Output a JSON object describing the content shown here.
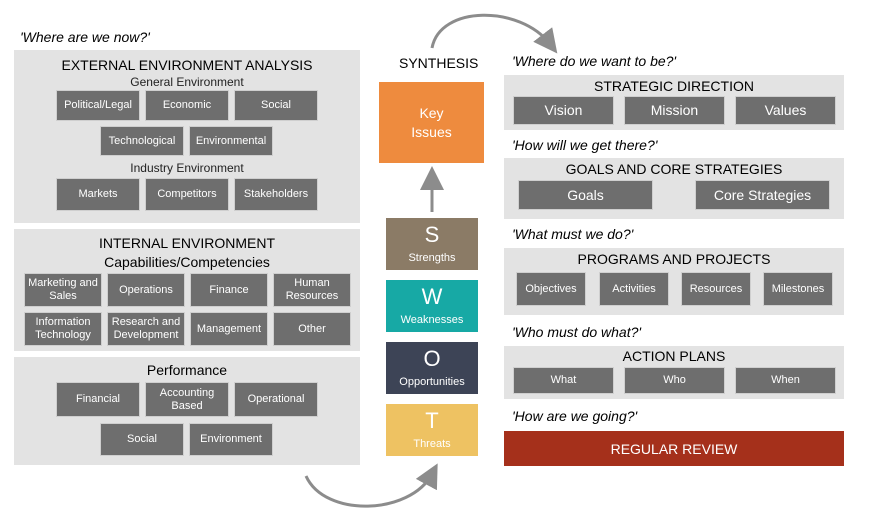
{
  "external": {
    "question": "'Where are we now?'",
    "title": "EXTERNAL ENVIRONMENT ANALYSIS",
    "general_label": "General Environment",
    "general_row1": [
      "Political/Legal",
      "Economic",
      "Social"
    ],
    "general_row2": [
      "Technological",
      "Environmental"
    ],
    "industry_label": "Industry Environment",
    "industry_items": [
      "Markets",
      "Competitors",
      "Stakeholders"
    ]
  },
  "internal": {
    "title": "INTERNAL ENVIRONMENT",
    "subtitle": "Capabilities/Competencies",
    "row1": [
      "Marketing and\nSales",
      "Operations",
      "Finance",
      "Human\nResources"
    ],
    "row2": [
      "Information\nTechnology",
      "Research and\nDevelopment",
      "Management",
      "Other"
    ]
  },
  "performance": {
    "title": "Performance",
    "row1": [
      "Financial",
      "Accounting\nBased",
      "Operational"
    ],
    "row2": [
      "Social",
      "Environment"
    ]
  },
  "synthesis": {
    "title": "SYNTHESIS",
    "key_issues": "Key\nIssues",
    "swot": [
      {
        "letter": "S",
        "word": "Strengths",
        "color": "#8b7b66"
      },
      {
        "letter": "W",
        "word": "Weaknesses",
        "color": "#17a9a5"
      },
      {
        "letter": "O",
        "word": "Opportunities",
        "color": "#3d4456"
      },
      {
        "letter": "T",
        "word": "Threats",
        "color": "#eec262"
      }
    ]
  },
  "right": {
    "q1": "'Where do we want to be?'",
    "strategic_title": "STRATEGIC DIRECTION",
    "strategic_items": [
      "Vision",
      "Mission",
      "Values"
    ],
    "q2": "'How will we get there?'",
    "goals_title": "GOALS AND CORE STRATEGIES",
    "goals_items": [
      "Goals",
      "Core Strategies"
    ],
    "q3": "'What must we do?'",
    "programs_title": "PROGRAMS AND PROJECTS",
    "programs_items": [
      "Objectives",
      "Activities",
      "Resources",
      "Milestones"
    ],
    "q4": "'Who must do what?'",
    "action_title": "ACTION PLANS",
    "action_items": [
      "What",
      "Who",
      "When"
    ],
    "q5": "'How are we going?'",
    "review": "REGULAR REVIEW"
  },
  "colors": {
    "panel": "#e3e3e3",
    "chip": "#6e6e6e",
    "key_issues": "#ee8b3e",
    "review": "#a5301b",
    "arrow": "#8c8c8c"
  }
}
